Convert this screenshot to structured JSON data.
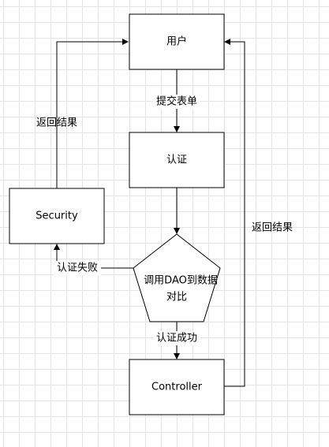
{
  "diagram": {
    "nodes": {
      "user": {
        "label": "用户"
      },
      "auth": {
        "label": "认证"
      },
      "security": {
        "label": "Security"
      },
      "compare": {
        "label_line1": "调用DAO到数据",
        "label_line2": "对比"
      },
      "controller": {
        "label": "Controller"
      }
    },
    "edges": {
      "submit_form": {
        "label": "提交表单"
      },
      "return_result_left": {
        "label": "返回结果"
      },
      "return_result_right": {
        "label": "返回结果"
      },
      "auth_failed": {
        "label": "认证失败"
      },
      "auth_success": {
        "label": "认证成功"
      }
    }
  }
}
